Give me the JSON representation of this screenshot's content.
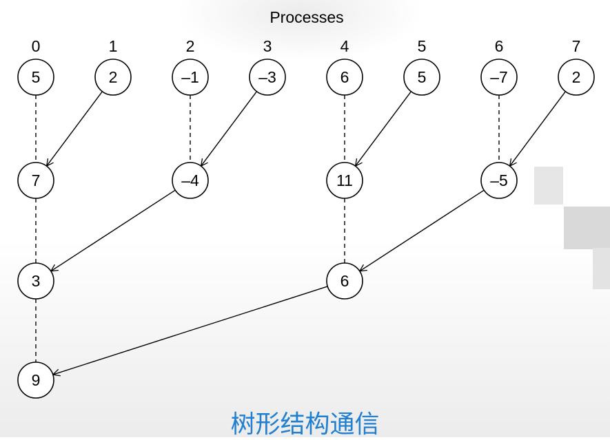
{
  "header": {
    "title": "Processes"
  },
  "process_labels": [
    "0",
    "1",
    "2",
    "3",
    "4",
    "5",
    "6",
    "7"
  ],
  "nodes": {
    "level0": [
      "5",
      "2",
      "–1",
      "–3",
      "6",
      "5",
      "–7",
      "2"
    ],
    "level1": [
      "7",
      "–4",
      "11",
      "–5"
    ],
    "level2": [
      "3",
      "6"
    ],
    "level3": [
      "9"
    ]
  },
  "caption": "树形结构通信",
  "colors": {
    "caption": "#1f7fd2",
    "line": "#000000",
    "node_fill": "#ffffff"
  }
}
